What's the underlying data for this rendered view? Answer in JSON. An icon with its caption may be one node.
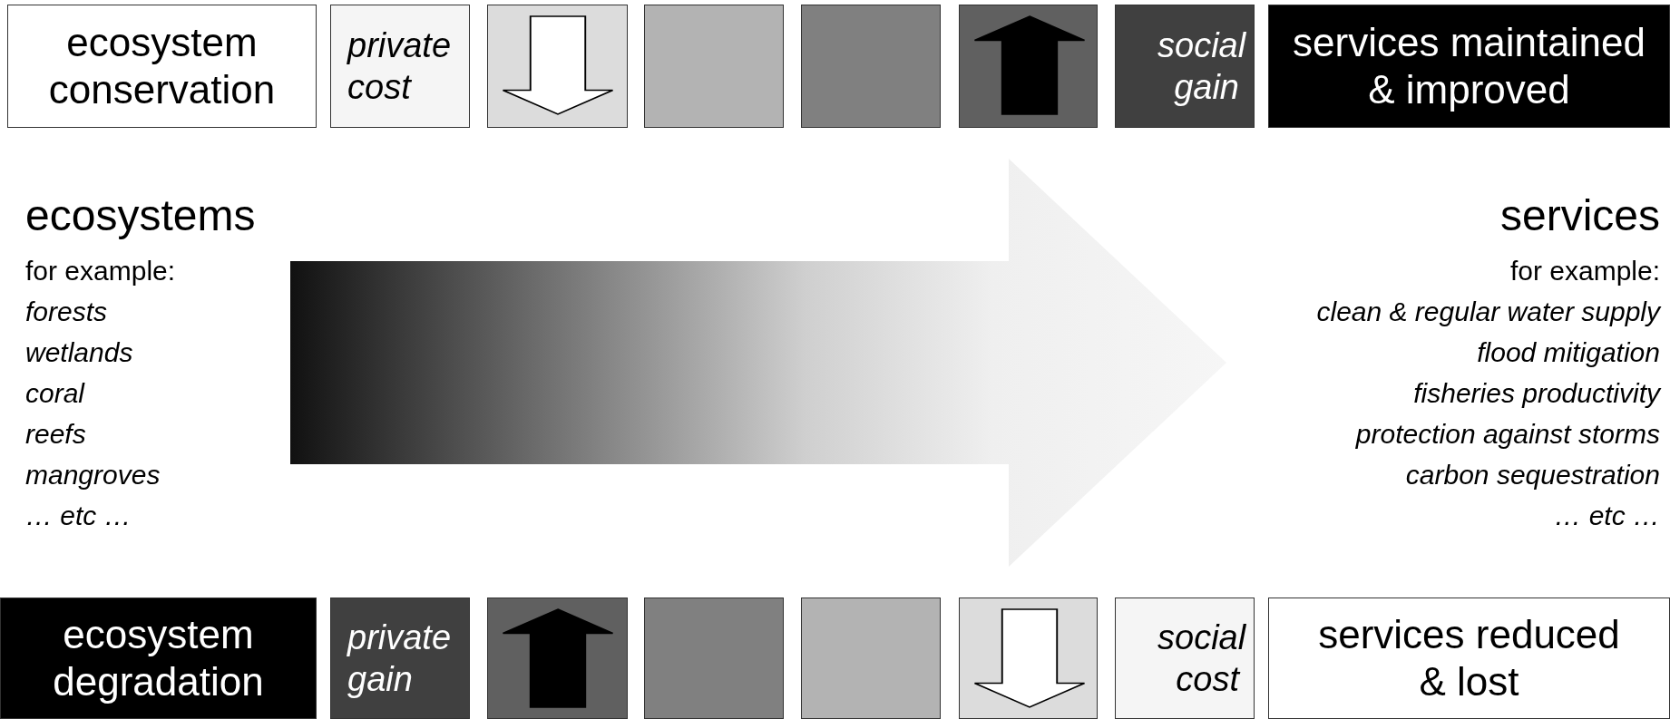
{
  "diagram": {
    "nodes": [
      {
        "text": [
          "ecosystem conservation"
        ]
      },
      {
        "text": [
          "private cost"
        ]
      },
      {
        "text": [],
        "shape": "box"
      },
      {
        "text": [],
        "shape": "box"
      },
      {
        "text": [],
        "shape": "box"
      },
      {
        "text": [],
        "shape": "box"
      },
      {
        "text": [
          "social gain"
        ]
      },
      {
        "text": [
          "services maintained & improved"
        ]
      },
      {
        "text": [
          "ecosystems",
          "for example:",
          "forests",
          "wetlands",
          "coral",
          "reefs",
          "mangroves",
          "… etc …"
        ]
      },
      {
        "text": [
          "services",
          "for example:",
          "clean & regular water supply",
          "flood mitigation",
          "fisheries productivity",
          "protection against storms",
          "carbon sequestration",
          "… etc …"
        ]
      },
      {
        "text": [
          "ecosystem degradation"
        ]
      },
      {
        "text": [
          "private gain"
        ]
      },
      {
        "text": [],
        "shape": "box"
      },
      {
        "text": [],
        "shape": "box"
      },
      {
        "text": [],
        "shape": "box"
      },
      {
        "text": [],
        "shape": "box"
      },
      {
        "text": [
          "social cost"
        ]
      },
      {
        "text": [
          "services reduced & lost"
        ]
      }
    ],
    "edges": [
      {
        "from": 8,
        "to": 9,
        "arrow": "to",
        "style": "thick"
      }
    ]
  }
}
